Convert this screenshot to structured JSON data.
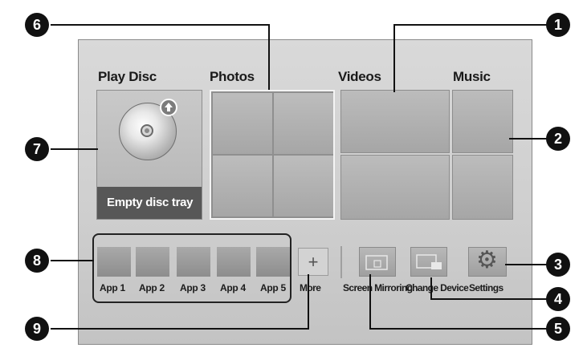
{
  "categories": {
    "play_disc": "Play Disc",
    "photos": "Photos",
    "videos": "Videos",
    "music": "Music"
  },
  "play_disc_tile": {
    "status": "Empty disc tray",
    "eject_glyph": "⬆"
  },
  "apps": [
    {
      "label": "App 1"
    },
    {
      "label": "App 2"
    },
    {
      "label": "App 3"
    },
    {
      "label": "App 4"
    },
    {
      "label": "App 5"
    }
  ],
  "more": {
    "glyph": "+",
    "label": "More"
  },
  "functions": {
    "screen_mirroring": "Screen Mirroring",
    "change_device": "Change Device",
    "settings": "Settings",
    "settings_glyph": "⚙"
  },
  "callouts": [
    "1",
    "2",
    "3",
    "4",
    "5",
    "6",
    "7",
    "8",
    "9"
  ]
}
